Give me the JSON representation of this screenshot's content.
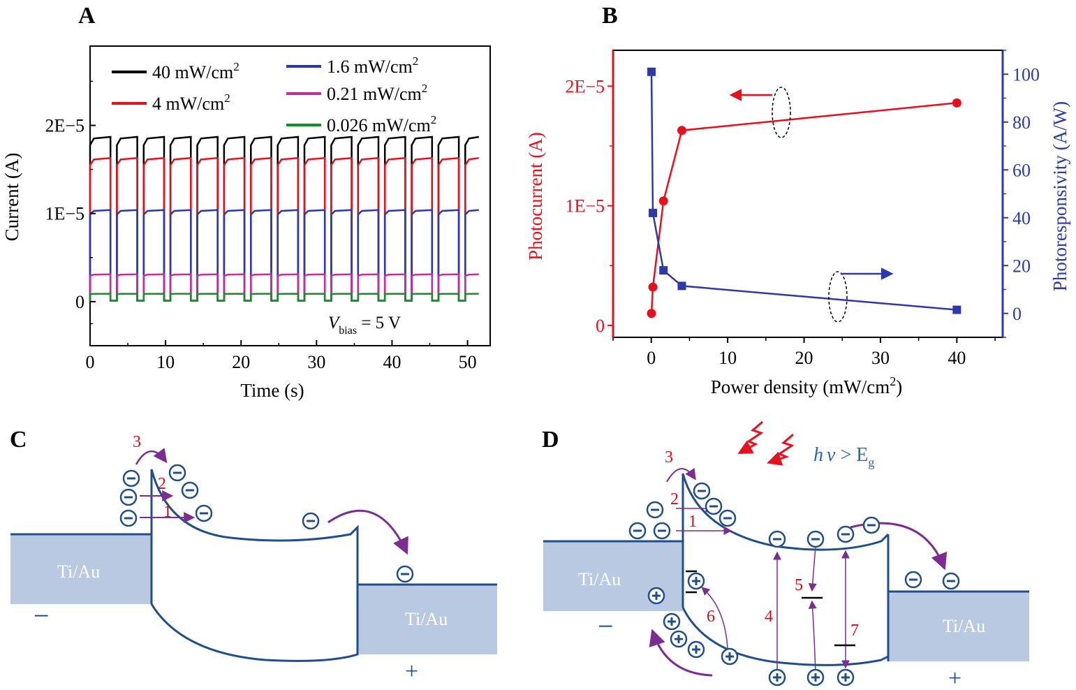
{
  "panels": {
    "A": "A",
    "B": "B",
    "C": "C",
    "D": "D"
  },
  "chart_data": [
    {
      "type": "line",
      "panel": "A",
      "xlabel": "Time (s)",
      "ylabel": "Current (A)",
      "xlim": [
        0,
        53
      ],
      "ylim": [
        -5e-06,
        2.9e-05
      ],
      "xticks": [
        0,
        10,
        20,
        30,
        40,
        50
      ],
      "xtick_labels": [
        "0",
        "10",
        "20",
        "30",
        "40",
        "50"
      ],
      "yticks": [
        0,
        1e-05,
        2e-05
      ],
      "ytick_labels": [
        "0",
        "1E−5",
        "2E−5"
      ],
      "annotation": {
        "prefix": "V",
        "sub": "bias",
        "rest": " = 5 V"
      },
      "pulse": {
        "period_s": 3.55,
        "on_s": 2.7,
        "off_s": 0.85,
        "first_on_s": 0
      },
      "series": [
        {
          "name": "40 mW/cm",
          "sup": "2",
          "color": "#000000",
          "on_value": 1.87e-05
        },
        {
          "name": "4 mW/cm",
          "sup": "2",
          "color": "#e8101c",
          "on_value": 1.63e-05
        },
        {
          "name": "1.6 mW/cm",
          "sup": "2",
          "color": "#2b3aa8",
          "on_value": 1.04e-05
        },
        {
          "name": "0.21 mW/cm",
          "sup": "2",
          "color": "#c42d9e",
          "on_value": 3.1e-06
        },
        {
          "name": "0.026 mW/cm",
          "sup": "2",
          "color": "#14902a",
          "on_value": 9e-07
        }
      ],
      "legend": "top"
    },
    {
      "type": "line",
      "panel": "B",
      "xlabel": "Power density (mW/cm",
      "xlabel_sup": "2",
      "xlabel_end": ")",
      "xlim": [
        -5,
        46
      ],
      "xticks": [
        0,
        10,
        20,
        30,
        40
      ],
      "xtick_labels": [
        "0",
        "10",
        "20",
        "30",
        "40"
      ],
      "y_left": {
        "label": "Photocurrent (A)",
        "color": "#e8101c",
        "lim": [
          -1e-06,
          2.3e-05
        ],
        "ticks": [
          0,
          1e-05,
          2e-05
        ],
        "tick_labels": [
          "0",
          "1E−5",
          "2E−5"
        ]
      },
      "y_right": {
        "label": "Photoresponsivity (A/W)",
        "color": "#2b3aa8",
        "lim": [
          -10,
          110
        ],
        "ticks": [
          0,
          20,
          40,
          60,
          80,
          100
        ],
        "tick_labels": [
          "0",
          "20",
          "40",
          "60",
          "80",
          "100"
        ]
      },
      "series": [
        {
          "axis": "left",
          "color": "#e8101c",
          "marker": "circle",
          "x": [
            0.026,
            0.21,
            1.6,
            4,
            40
          ],
          "y": [
            1e-06,
            3.2e-06,
            1.04e-05,
            1.63e-05,
            1.86e-05
          ]
        },
        {
          "axis": "right",
          "color": "#2b3aa8",
          "marker": "square",
          "x": [
            0.026,
            0.21,
            1.6,
            4,
            40
          ],
          "y": [
            101,
            42,
            18,
            11.5,
            1.5
          ]
        }
      ]
    }
  ],
  "diagrams": {
    "C": {
      "left_contact": "Ti/Au",
      "right_contact": "Ti/Au",
      "minus": "−",
      "plus": "+",
      "steps": [
        "1",
        "2",
        "3"
      ]
    },
    "D": {
      "left_contact": "Ti/Au",
      "right_contact": "Ti/Au",
      "minus": "−",
      "plus": "+",
      "steps": [
        "1",
        "2",
        "3",
        "4",
        "5",
        "6",
        "7"
      ],
      "photon_h": "h",
      "photon_nu": "ν",
      "photon_rest": " > E",
      "photon_sub": "g"
    }
  },
  "colors": {
    "band": "#1f4e8c",
    "contact_fill": "#b9c9e2",
    "arrow": "#7b2d92",
    "step_number": "#d40f1c",
    "photon": "#e8101c",
    "carrier": "#1f4e8c"
  }
}
